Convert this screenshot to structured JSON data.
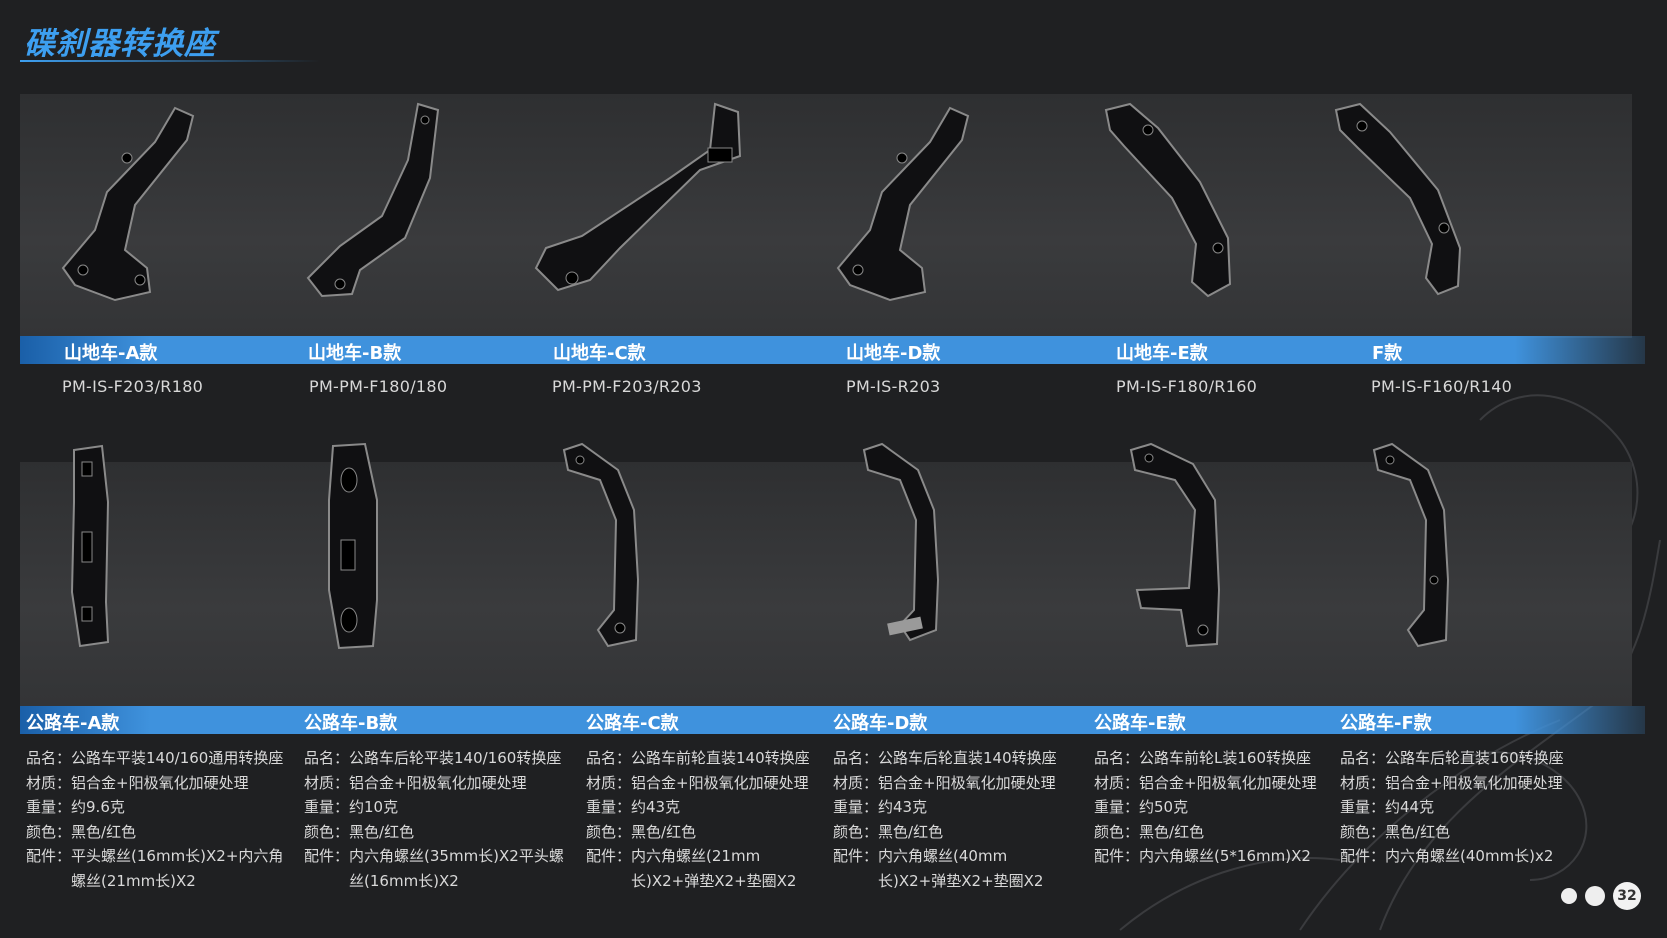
{
  "page": {
    "title": "碟刹器转换座",
    "page_number": "32",
    "accent_color": "#3f92dd"
  },
  "top_row": [
    {
      "label": "山地车-A款",
      "code": "PM-IS-F203/R180"
    },
    {
      "label": "山地车-B款",
      "code": "PM-PM-F180/180"
    },
    {
      "label": "山地车-C款",
      "code": "PM-PM-F203/R203"
    },
    {
      "label": "山地车-D款",
      "code": "PM-IS-R203"
    },
    {
      "label": "山地车-E款",
      "code": "PM-IS-F180/R160"
    },
    {
      "label": "F款",
      "code": "PM-IS-F160/R140"
    }
  ],
  "bottom_row": [
    {
      "label": "公路车-A款",
      "specs": [
        {
          "k": "品名：",
          "v": "公路车平装140/160通用转换座"
        },
        {
          "k": "材质：",
          "v": "铝合金+阳极氧化加硬处理"
        },
        {
          "k": "重量：",
          "v": "约9.6克"
        },
        {
          "k": "颜色：",
          "v": "黑色/红色"
        },
        {
          "k": "配件：",
          "v": "平头螺丝(16mm长)X2+内六角螺丝(21mm长)X2"
        }
      ]
    },
    {
      "label": "公路车-B款",
      "specs": [
        {
          "k": "品名：",
          "v": "公路车后轮平装140/160转换座"
        },
        {
          "k": "材质：",
          "v": "铝合金+阳极氧化加硬处理"
        },
        {
          "k": "重量：",
          "v": "约10克"
        },
        {
          "k": "颜色：",
          "v": "黑色/红色"
        },
        {
          "k": "配件：",
          "v": "内六角螺丝(35mm长)X2平头螺丝(16mm长)X2"
        }
      ]
    },
    {
      "label": "公路车-C款",
      "specs": [
        {
          "k": "品名：",
          "v": "公路车前轮直装140转换座"
        },
        {
          "k": "材质：",
          "v": "铝合金+阳极氧化加硬处理"
        },
        {
          "k": "重量：",
          "v": "约43克"
        },
        {
          "k": "颜色：",
          "v": "黑色/红色"
        },
        {
          "k": "配件：",
          "v": "内六角螺丝(21mm长)X2+弹垫X2+垫圈X2"
        }
      ]
    },
    {
      "label": "公路车-D款",
      "specs": [
        {
          "k": "品名：",
          "v": "公路车后轮直装140转换座"
        },
        {
          "k": "材质：",
          "v": "铝合金+阳极氧化加硬处理"
        },
        {
          "k": "重量：",
          "v": "约43克"
        },
        {
          "k": "颜色：",
          "v": "黑色/红色"
        },
        {
          "k": "配件：",
          "v": "内六角螺丝(40mm长)X2+弹垫X2+垫圈X2"
        }
      ]
    },
    {
      "label": "公路车-E款",
      "specs": [
        {
          "k": "品名：",
          "v": "公路车前轮L装160转换座"
        },
        {
          "k": "材质：",
          "v": "铝合金+阳极氧化加硬处理"
        },
        {
          "k": "重量：",
          "v": "约50克"
        },
        {
          "k": "颜色：",
          "v": "黑色/红色"
        },
        {
          "k": "配件：",
          "v": "内六角螺丝(5*16mm)X2"
        }
      ]
    },
    {
      "label": "公路车-F款",
      "specs": [
        {
          "k": "品名：",
          "v": "公路车后轮直装160转换座"
        },
        {
          "k": "材质：",
          "v": "铝合金+阳极氧化加硬处理"
        },
        {
          "k": "重量：",
          "v": "约44克"
        },
        {
          "k": "颜色：",
          "v": "黑色/红色"
        },
        {
          "k": "配件：",
          "v": "内六角螺丝(40mm长)x2"
        }
      ]
    }
  ]
}
